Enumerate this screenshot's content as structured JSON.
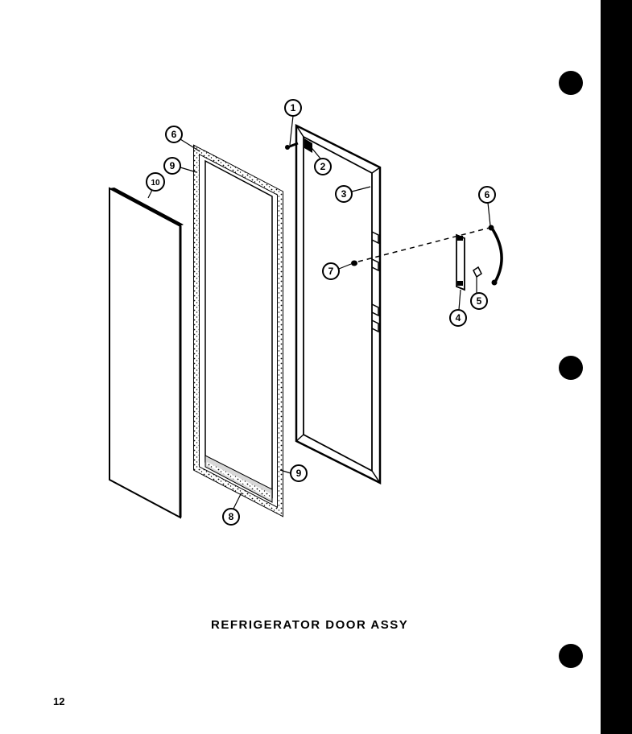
{
  "title": "REFRIGERATOR DOOR ASSY",
  "page_number": "12",
  "callouts": [
    {
      "id": "callout-1",
      "text": "1"
    },
    {
      "id": "callout-2",
      "text": "2"
    },
    {
      "id": "callout-3",
      "text": "3"
    },
    {
      "id": "callout-4",
      "text": "4"
    },
    {
      "id": "callout-5",
      "text": "5"
    },
    {
      "id": "callout-6a",
      "text": "6"
    },
    {
      "id": "callout-7",
      "text": "7"
    },
    {
      "id": "callout-6b",
      "text": "6"
    },
    {
      "id": "callout-9a",
      "text": "9"
    },
    {
      "id": "callout-10",
      "text": "10"
    },
    {
      "id": "callout-9b",
      "text": "9"
    },
    {
      "id": "callout-8",
      "text": "8"
    }
  ],
  "colors": {
    "ink": "#000000",
    "paper": "#ffffff",
    "gasket_fill": "#e8e8e8"
  }
}
